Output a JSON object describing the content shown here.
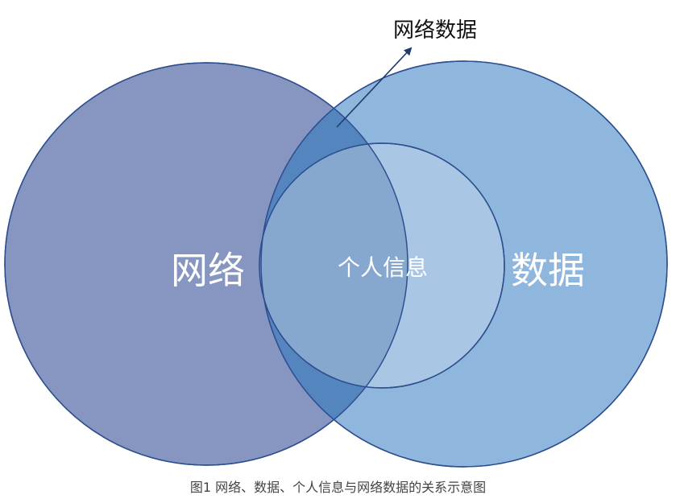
{
  "diagram": {
    "callout_label": "网络数据",
    "circles": {
      "network": {
        "label": "网络",
        "color": "#7f90b9"
      },
      "data": {
        "label": "数据",
        "color": "#7aa7d3"
      },
      "personal_info": {
        "label": "个人信息",
        "color": "#bcd3ea"
      }
    },
    "overlap_color": "#4d7cb8",
    "outline_color": "#2e4f8f",
    "arrow_color": "#1f3b70"
  },
  "caption": "图1 网络、数据、个人信息与网络数据的关系示意图"
}
